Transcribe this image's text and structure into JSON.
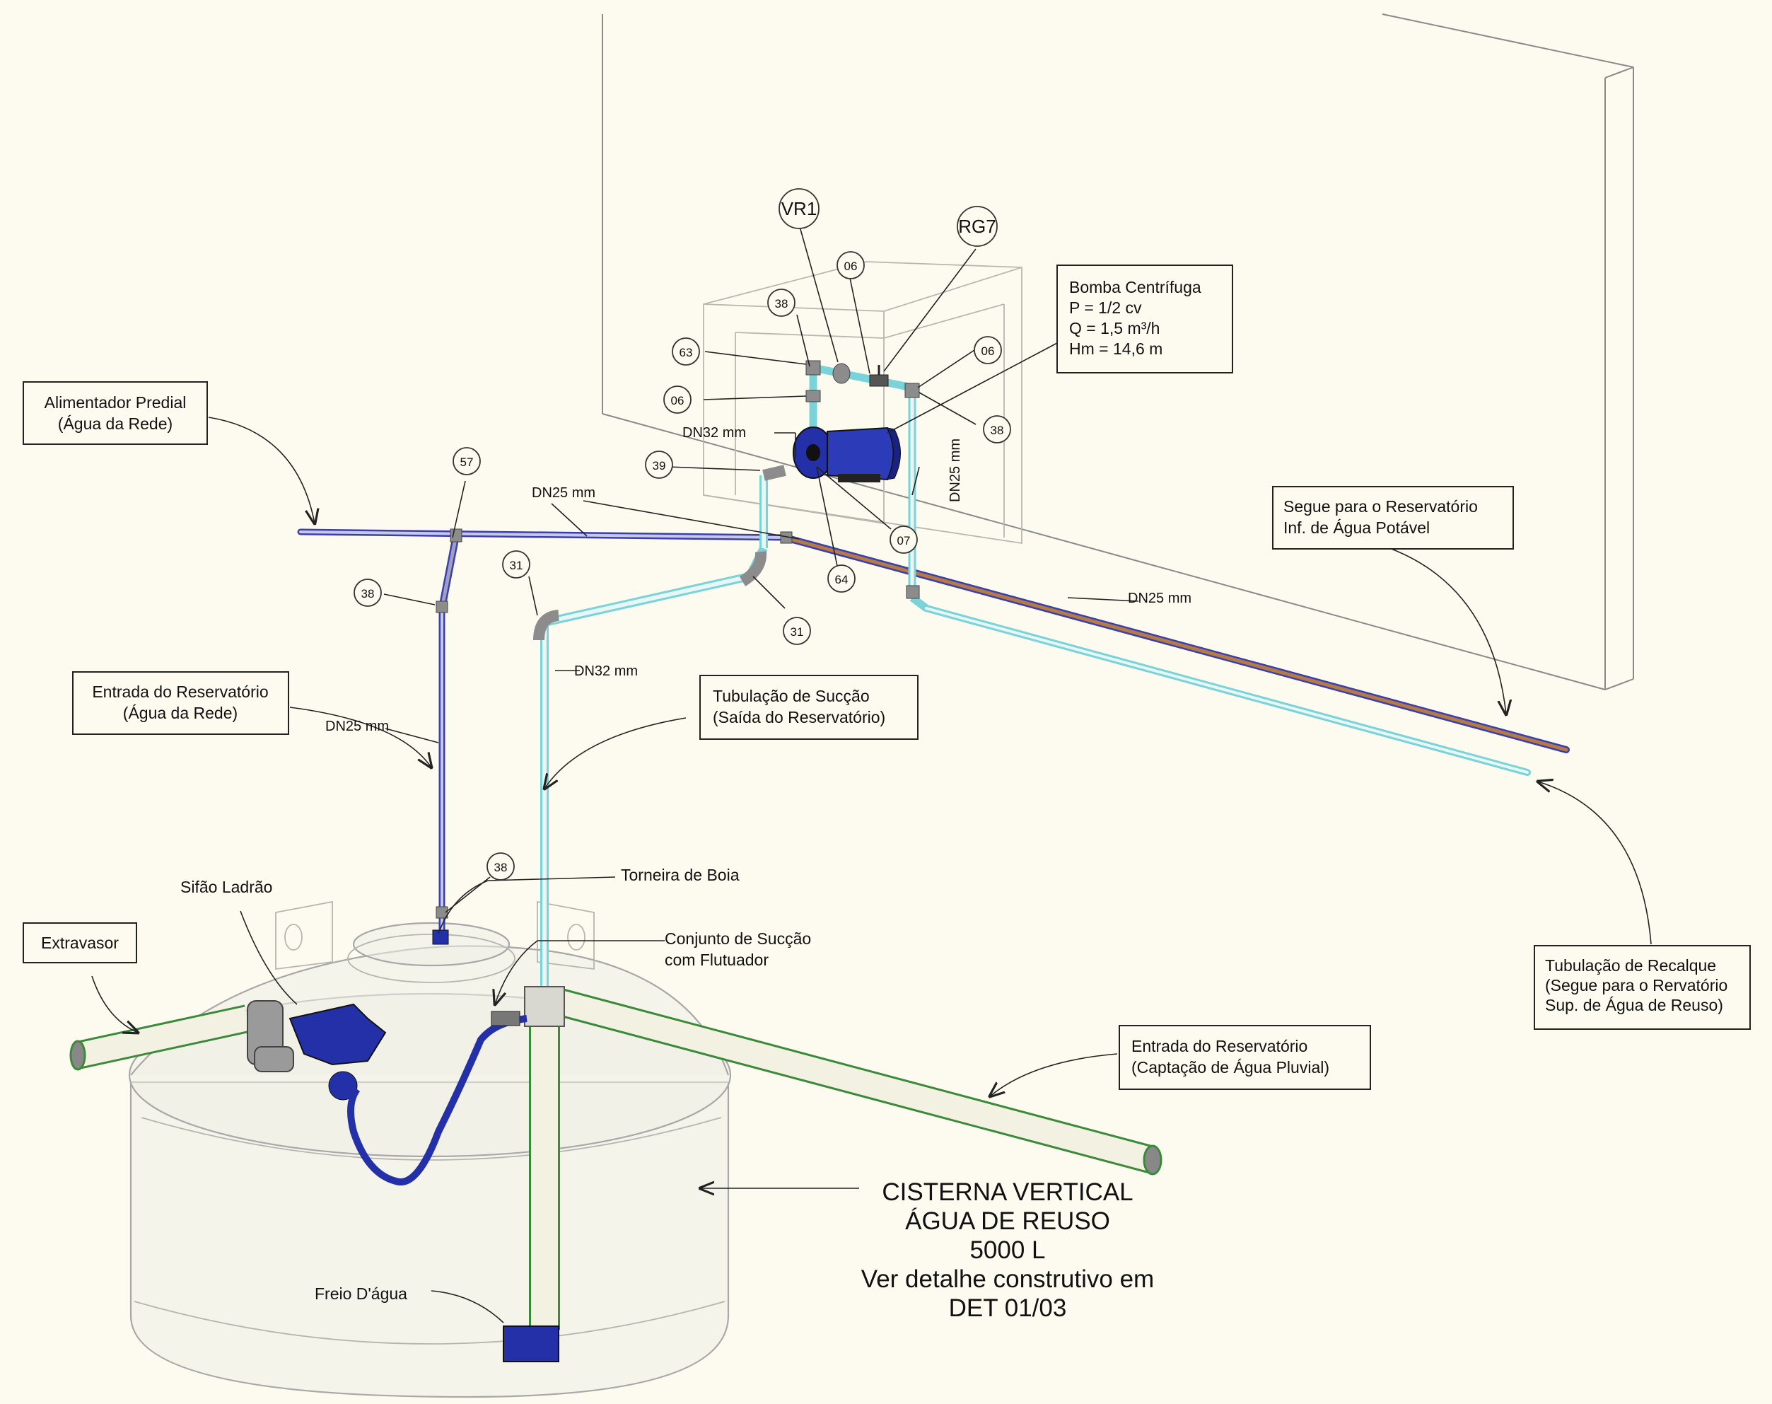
{
  "labels": {
    "alimentador_predial": "Alimentador Predial",
    "alimentador_sub": "(Água da Rede)",
    "entrada_rede": "Entrada do Reservatório",
    "entrada_rede_sub": "(Água da Rede)",
    "extravasor": "Extravasor",
    "sifao_ladrao": "Sifão Ladrão",
    "torneira_boia": "Torneira de Boia",
    "conjunto_succao_1": "Conjunto de Sucção",
    "conjunto_succao_2": "com Flutuador",
    "tubulacao_succao": "Tubulação de Sucção",
    "tubulacao_succao_sub": "(Saída do Reservatório)",
    "bomba_title": "Bomba Centrífuga",
    "bomba_p": "P = 1/2 cv",
    "bomba_q": "Q = 1,5 m³/h",
    "bomba_hm": "Hm = 14,6 m",
    "segue_potavel_1": "Segue para o Reservatório",
    "segue_potavel_2": "Inf. de Água Potável",
    "recalque_1": "Tubulação de Recalque",
    "recalque_2": "(Segue para o Rervatório",
    "recalque_3": "Sup. de Água de Reuso)",
    "entrada_pluvial_1": "Entrada do Reservatório",
    "entrada_pluvial_2": "(Captação de Água Pluvial)",
    "cisterna_1": "CISTERNA VERTICAL",
    "cisterna_2": "ÁGUA DE REUSO",
    "cisterna_3": "5000 L",
    "cisterna_4": "Ver detalhe construtivo em",
    "cisterna_5": "DET 01/03",
    "freio": "Freio D'água",
    "vr1": "VR1",
    "rg7": "RG7"
  },
  "pipe_sizes": {
    "dn25_top": "DN25 mm",
    "dn25_left": "DN25 mm",
    "dn25_right": "DN25 mm",
    "dn25_vertical": "DN25 mm",
    "dn32_pump": "DN32 mm",
    "dn32_suction": "DN32 mm"
  },
  "tags": {
    "t57": "57",
    "t38_a": "38",
    "t38_b": "38",
    "t38_c": "38",
    "t38_d": "38",
    "t31_a": "31",
    "t31_b": "31",
    "t39": "39",
    "t64": "64",
    "t07": "07",
    "t06_a": "06",
    "t06_b": "06",
    "t06_c": "06",
    "t63": "63"
  },
  "colors": {
    "background": "#fdfbf0",
    "potable_pipe": "#3a3fb0",
    "potable_pipe_fill": "#c9c7e8",
    "reuse_pipe": "#7ad3d8",
    "reuse_pipe_fill": "#e7f7f6",
    "rainwater_pipe": "#3a8a3a",
    "rainwater_fill": "#f3f1e2",
    "copper_pipe": "#b67a44",
    "pump_blue": "#2330a8",
    "fitting_gray": "#8c8c8c"
  }
}
